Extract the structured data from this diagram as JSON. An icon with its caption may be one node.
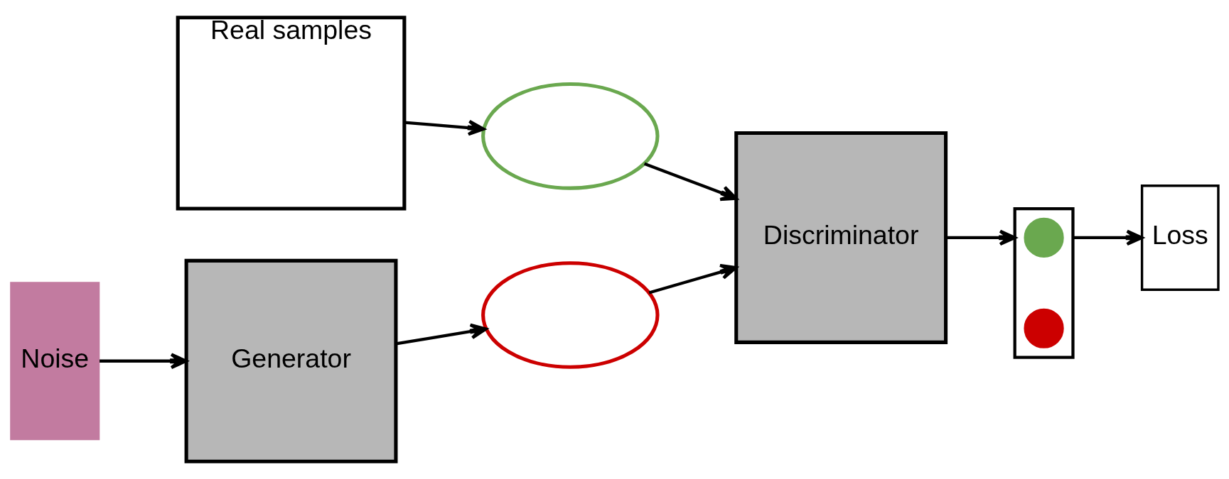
{
  "diagram": {
    "nodes": [
      {
        "text": [
          "Real samples"
        ]
      },
      {
        "text": [],
        "shape": "wave"
      },
      {
        "text": [
          "Noise"
        ]
      },
      {
        "text": [
          "Generator"
        ]
      },
      {
        "text": [],
        "shape": "wave"
      },
      {
        "text": [
          "Discriminator"
        ]
      },
      {
        "text": [],
        "shape": "box"
      },
      {
        "text": [],
        "shape": "circle",
        "in": 6
      },
      {
        "text": [],
        "shape": "circle",
        "in": 6
      },
      {
        "text": [
          "Loss"
        ]
      }
    ],
    "edges": [
      {
        "from": 0,
        "to": 1,
        "arrow": "to"
      },
      {
        "from": 2,
        "to": 3,
        "arrow": "to"
      },
      {
        "from": 3,
        "to": 4,
        "arrow": "to"
      },
      {
        "from": 1,
        "to": 5,
        "arrow": "to"
      },
      {
        "from": 4,
        "to": 5,
        "arrow": "to"
      },
      {
        "from": 5,
        "to": 6,
        "arrow": "to"
      },
      {
        "from": 6,
        "to": 9,
        "arrow": "to"
      }
    ]
  }
}
